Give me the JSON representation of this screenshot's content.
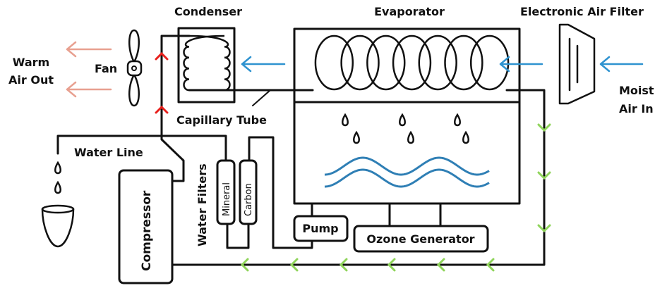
{
  "labels": {
    "condenser": "Condenser",
    "evaporator": "Evaporator",
    "air_filter": "Electronic Air Filter",
    "warm_air_out": [
      "Warm",
      "Air Out"
    ],
    "fan": "Fan",
    "moist_air_in": [
      "Moist",
      "Air In"
    ],
    "capillary_tube": "Capillary Tube",
    "water_line": "Water Line",
    "water_filters": "Water Filters",
    "mineral": "Mineral",
    "carbon": "Carbon",
    "compressor": "Compressor",
    "pump": "Pump",
    "ozone_generator": "Ozone Generator"
  },
  "colors": {
    "outline": "#111111",
    "hot_refrigerant_arrows": "#e8201c",
    "cold_refrigerant_arrows": "#8fd45a",
    "air_in_arrows": "#2f93d0",
    "warm_air_arrows": "#e8a090",
    "water": "#2f7fb5"
  }
}
